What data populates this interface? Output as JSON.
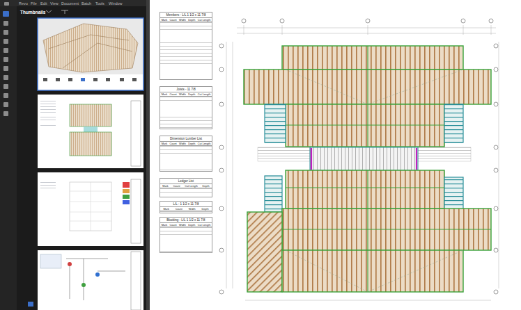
{
  "diagram": {
    "nodes": [
      {
        "text": [
          "Members - L/L 1 1/2 x 11 7/8",
          "Mark",
          "Count",
          "Width",
          "Depth",
          "Cut Length"
        ]
      },
      {
        "text": [
          "Joists - 11 7/8",
          "Mark",
          "Count",
          "Width",
          "Depth",
          "Cut Length"
        ]
      },
      {
        "text": [
          "Dimension Lumber List",
          "Mark",
          "Count",
          "Width",
          "Depth",
          "Cut Length"
        ]
      },
      {
        "text": [
          "Ledger List",
          "Mark",
          "Count",
          "Cut Length",
          "Depth"
        ]
      },
      {
        "text": [
          "L/L - 1 1/2 x 11 7/8",
          "Mark",
          "Count",
          "Width",
          "Depth"
        ]
      },
      {
        "text": [
          "Blocking - L/L 1 1/2 x 11 7/8",
          "Mark",
          "Count",
          "Width",
          "Depth",
          "Cut Length"
        ]
      }
    ],
    "labels": [
      "Revu",
      "File",
      "Edit",
      "View",
      "Document",
      "Batch",
      "Tools",
      "Window",
      "Thumbnails"
    ]
  }
}
